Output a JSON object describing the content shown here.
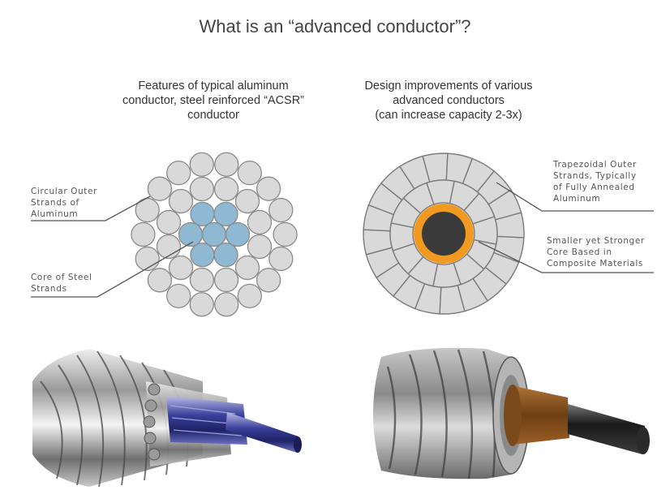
{
  "title": "What is an “advanced conductor”?",
  "left": {
    "subtitle": "Features of typical aluminum\nconductor, steel reinforced “ACSR”\nconductor",
    "label_outer": "Circular Outer\nStrands of\nAluminum",
    "label_core": "Core of Steel\nStrands"
  },
  "right": {
    "subtitle": "Design improvements of various\nadvanced conductors\n(can increase capacity 2-3x)",
    "label_trap": "Trapezoidal Outer\nStrands, Typically\nof Fully Annealed\nAluminum",
    "label_core": "Smaller yet Stronger\nCore Based in\nComposite Materials"
  },
  "colors": {
    "aluminum_strand": "#d9d9d9",
    "steel_strand": "#8fb8d3",
    "composite_ring": "#f29a1f",
    "composite_core": "#3a3a3a",
    "leader_line": "#555555"
  }
}
